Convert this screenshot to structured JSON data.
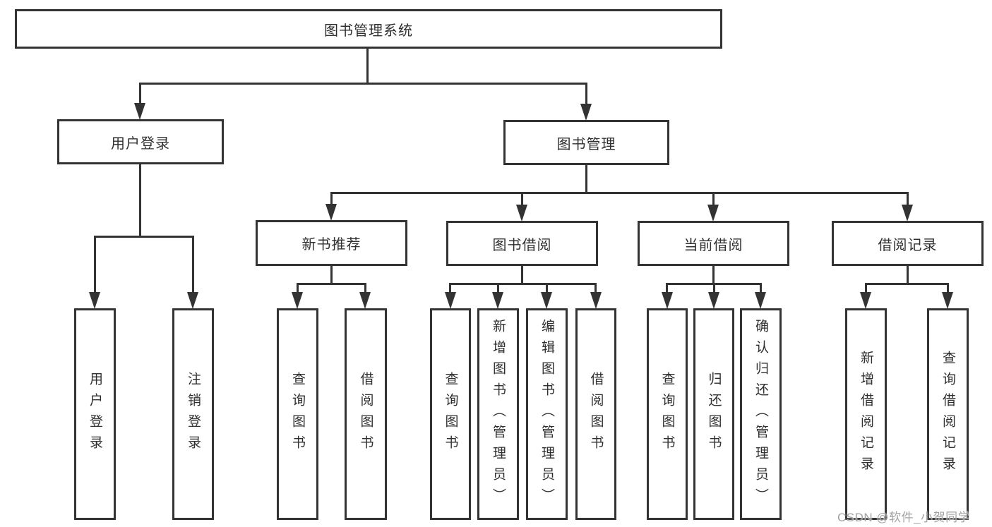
{
  "diagram_title": "图书管理系统",
  "tree": {
    "root": {
      "label": "图书管理系统",
      "children": [
        {
          "label": "用户登录",
          "children": [
            {
              "label": "用户登录"
            },
            {
              "label": "注销登录"
            }
          ]
        },
        {
          "label": "图书管理",
          "children": [
            {
              "label": "新书推荐",
              "children": [
                {
                  "label": "查询图书"
                },
                {
                  "label": "借阅图书"
                }
              ]
            },
            {
              "label": "图书借阅",
              "children": [
                {
                  "label": "查询图书"
                },
                {
                  "label": "新增图书（管理员）"
                },
                {
                  "label": "编辑图书（管理员）"
                },
                {
                  "label": "借阅图书"
                }
              ]
            },
            {
              "label": "当前借阅",
              "children": [
                {
                  "label": "查询图书"
                },
                {
                  "label": "归还图书"
                },
                {
                  "label": "确认归还（管理员）"
                }
              ]
            },
            {
              "label": "借阅记录",
              "children": [
                {
                  "label": "新增借阅记录"
                },
                {
                  "label": "查询借阅记录"
                }
              ]
            }
          ]
        }
      ]
    }
  },
  "watermark": {
    "text": "CSDN @软件_小贺同学"
  },
  "colors": {
    "line": "#333333",
    "text": "#2f2f2f",
    "box_background": "#ffffff",
    "watermark": "#a3a3a3"
  }
}
